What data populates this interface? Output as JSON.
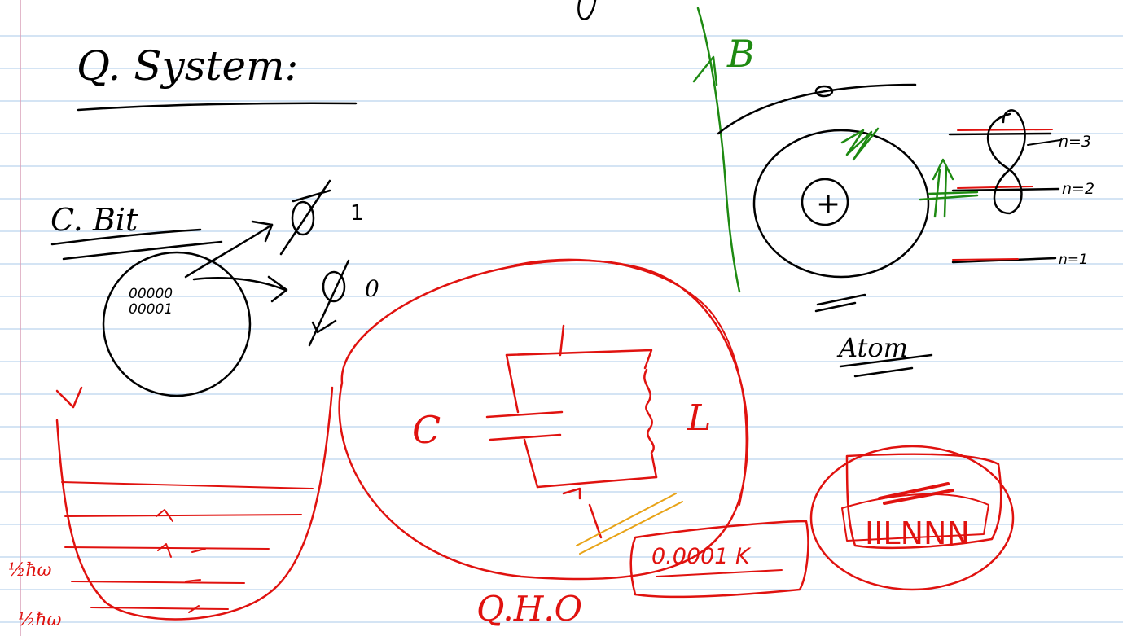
{
  "page": {
    "background": "#ffffff",
    "rule_color": "#a9c9ea",
    "margin_color": "#d9a0b8"
  },
  "ink_colors": {
    "black": "#000000",
    "red": "#e0120f",
    "green": "#1e8a12",
    "orange": "#e8a317"
  },
  "notes": {
    "title": "Q. System:",
    "cbit": "C. Bit",
    "one": "1",
    "zero": "0",
    "bits_row1": "00000",
    "bits_row2": "00001",
    "b_field": "B",
    "nucleus": "+",
    "n3": "n=3",
    "n2": "n=2",
    "n1": "n=1",
    "atom": "Atom",
    "v_label": "V",
    "half_hw": "½ħω",
    "half_hw_2": "½ħω",
    "cap_label": "C",
    "ind_label": "L",
    "qho": "Q.H.O",
    "temp": "0.0001 K",
    "chip": "IILNNN"
  }
}
